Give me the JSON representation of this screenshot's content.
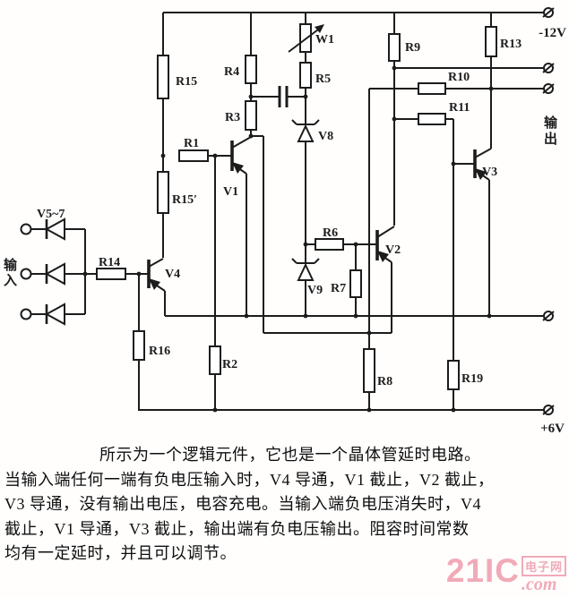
{
  "figure": {
    "type": "circuit-schematic",
    "subject": "晶体管延时电路 (transistor delay logic circuit)"
  },
  "power": {
    "neg_rail": "-12V",
    "pos_rail": "+6V"
  },
  "ports": {
    "input_label": "输入",
    "input_char1": "输",
    "input_char2": "入",
    "output_label": "输出",
    "output_char1": "输",
    "output_char2": "出"
  },
  "components": {
    "R1": "R1",
    "R2": "R2",
    "R3": "R3",
    "R4": "R4",
    "R5": "R5",
    "R6": "R6",
    "R7": "R7",
    "R8": "R8",
    "R9": "R9",
    "R10": "R10",
    "R11": "R11",
    "R13": "R13",
    "R14": "R14",
    "R15": "R15",
    "R15p": "R15′",
    "R16": "R16",
    "R19": "R19",
    "W1": "W1",
    "V1": "V1",
    "V2": "V2",
    "V3": "V3",
    "V4": "V4",
    "V5_7": "V5~7",
    "V8": "V8",
    "V9": "V9"
  },
  "caption": {
    "lines": [
      "所示为一个逻辑元件，它也是一个晶体管延时电路。",
      "当输入端任何一端有负电压输入时，V4 导通，V1 截止，V2 截止，",
      "V3 导通，没有输出电压，电容充电。当输入端负电压消失时，V4",
      "截止，V1 导通，V3 截止，输出端有负电压输出。阻容时间常数",
      "均有一定延时，并且可以调节。"
    ]
  },
  "watermark": {
    "brand": "21IC",
    "tld": ".com",
    "tag": "电子网"
  },
  "colors": {
    "ink": "#1c1c1c",
    "watermark_pink": "#ef9cab",
    "paper": "#fffefd"
  }
}
